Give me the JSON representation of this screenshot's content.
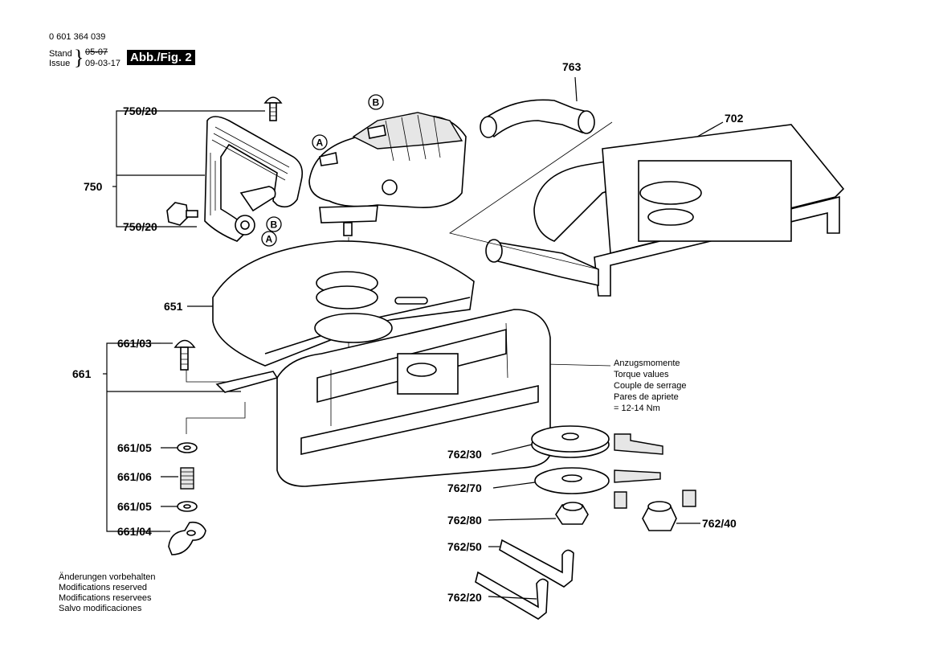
{
  "header": {
    "part_number": "0 601 364 039",
    "stand_label": "Stand",
    "issue_label": "Issue",
    "stand_date": "05-07",
    "issue_date": "09-03-17",
    "figure_label": "Abb./Fig. 2"
  },
  "labels": {
    "p763": "763",
    "p702": "702",
    "p750_20a": "750/20",
    "p750": "750",
    "p750_20b": "750/20",
    "p651": "651",
    "p661_03": "661/03",
    "p661": "661",
    "p661_05a": "661/05",
    "p661_06": "661/06",
    "p661_05b": "661/05",
    "p661_04": "661/04",
    "p762_30": "762/30",
    "p762_70": "762/70",
    "p762_80": "762/80",
    "p762_40": "762/40",
    "p762_50": "762/50",
    "p762_20": "762/20"
  },
  "callouts": {
    "a1": "A",
    "b1": "B",
    "a2": "A",
    "b2": "B"
  },
  "torque": {
    "line1": "Anzugsmomente",
    "line2": "Torque values",
    "line3": "Couple de serrage",
    "line4": "Pares de apriete",
    "line5": "= 12-14 Nm"
  },
  "footer": {
    "line1": "Änderungen vorbehalten",
    "line2": "Modifications reserved",
    "line3": "Modifications reservees",
    "line4": "Salvo modificaciones"
  }
}
